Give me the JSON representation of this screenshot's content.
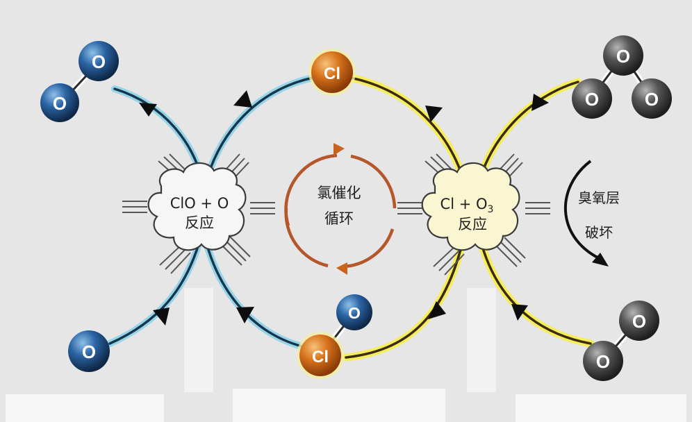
{
  "left_reaction": {
    "formula": "ClO + O",
    "line2": "反应"
  },
  "right_reaction": {
    "formula_main": "Cl + O",
    "formula_sub": "3",
    "line2": "反应"
  },
  "cycle": {
    "line1": "氯催化",
    "line2": "循环"
  },
  "ozone_destruction": {
    "line1": "臭氧层",
    "line2": "破坏"
  },
  "atoms": {
    "oxygen": "O",
    "chlorine": "Cl"
  },
  "colors": {
    "background": "#e6e6e6",
    "blue_path": "#123a4f",
    "blue_glow": "#7fc6e0",
    "yellow_path": "#3a2a10",
    "yellow_glow": "#f3ec4a",
    "cycle_arrow": "#b5572b",
    "oxygen_blue": "#1e4f86",
    "oxygen_gray": "#4a4a4a",
    "chlorine": "#d06a18"
  }
}
